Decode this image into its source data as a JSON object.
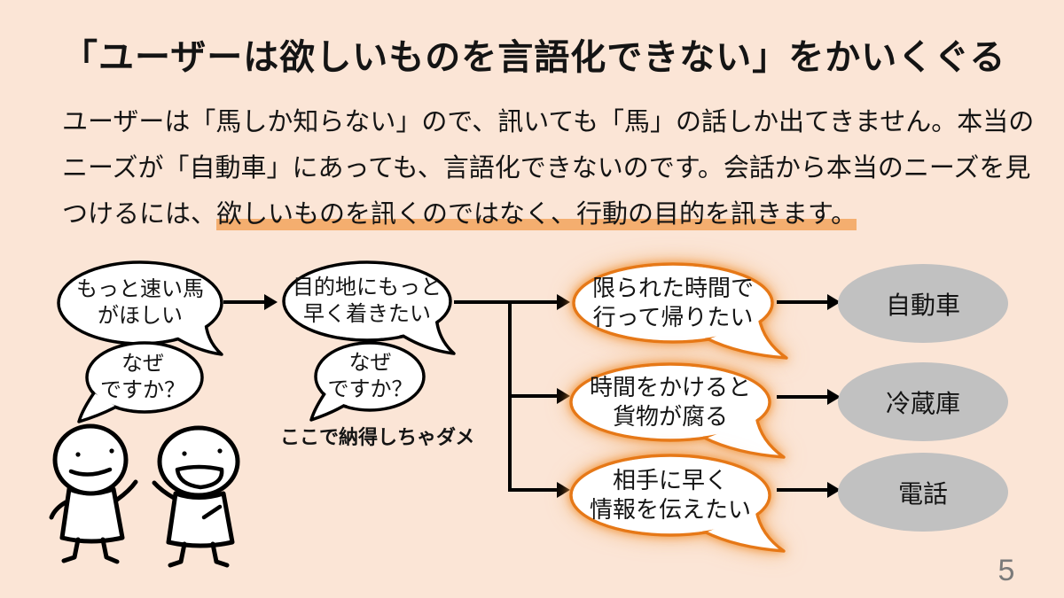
{
  "slide": {
    "title": "「ユーザーは欲しいものを言語化できない」をかいくぐる",
    "page_number": "5",
    "background_color": "#fbe5d6"
  },
  "body": {
    "line1": "ユーザーは「馬しか知らない」ので、訊いても「馬」の話しか出てきません。本当の",
    "line2": "ニーズが「自動車」にあっても、言語化できないのです。会話から本当のニーズを見",
    "line3_prefix": "つけるには、",
    "line3_highlighted": "欲しいものを訊くのではなく、行動の目的を訊きます。",
    "highlight_color": "#f4ae6f"
  },
  "diagram": {
    "stated_want": {
      "line1": "もっと速い馬",
      "line2": "がほしい"
    },
    "why_question_1": {
      "line1": "なぜ",
      "line2": "ですか？"
    },
    "stated_goal": {
      "line1": "目的地にもっと",
      "line2": "早く着きたい"
    },
    "why_question_2": {
      "line1": "なぜ",
      "line2": "ですか？"
    },
    "warning_note": "ここで納得しちゃダメ",
    "real_needs": [
      {
        "line1": "限られた時間で",
        "line2": "行って帰りたい"
      },
      {
        "line1": "時間をかけると",
        "line2": "貨物が腐る"
      },
      {
        "line1": "相手に早く",
        "line2": "情報を伝えたい"
      }
    ],
    "solutions": [
      {
        "label": "自動車"
      },
      {
        "label": "冷蔵庫"
      },
      {
        "label": "電話"
      }
    ],
    "accent_color": "#e67817",
    "solution_fill_color": "#c1c1c1"
  }
}
